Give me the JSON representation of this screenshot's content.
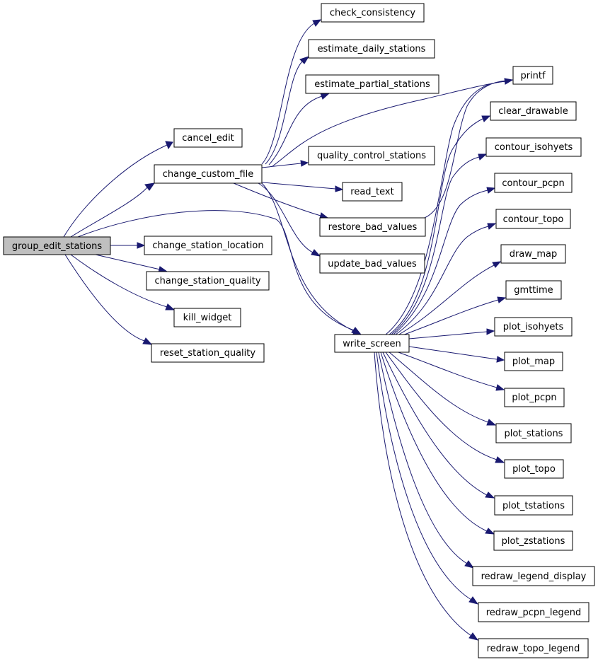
{
  "nodes": {
    "group_edit_stations": "group_edit_stations",
    "cancel_edit": "cancel_edit",
    "change_custom_file": "change_custom_file",
    "change_station_location": "change_station_location",
    "change_station_quality": "change_station_quality",
    "kill_widget": "kill_widget",
    "reset_station_quality": "reset_station_quality",
    "write_screen": "write_screen",
    "check_consistency": "check_consistency",
    "estimate_daily_stations": "estimate_daily_stations",
    "estimate_partial_stations": "estimate_partial_stations",
    "printf": "printf",
    "quality_control_stations": "quality_control_stations",
    "read_text": "read_text",
    "restore_bad_values": "restore_bad_values",
    "update_bad_values": "update_bad_values",
    "clear_drawable": "clear_drawable",
    "contour_isohyets": "contour_isohyets",
    "contour_pcpn": "contour_pcpn",
    "contour_topo": "contour_topo",
    "draw_map": "draw_map",
    "gmttime": "gmttime",
    "plot_isohyets": "plot_isohyets",
    "plot_map": "plot_map",
    "plot_pcpn": "plot_pcpn",
    "plot_stations": "plot_stations",
    "plot_topo": "plot_topo",
    "plot_tstations": "plot_tstations",
    "plot_zstations": "plot_zstations",
    "redraw_legend_display": "redraw_legend_display",
    "redraw_pcpn_legend": "redraw_pcpn_legend",
    "redraw_topo_legend": "redraw_topo_legend"
  },
  "edges": [
    [
      "group_edit_stations",
      "cancel_edit"
    ],
    [
      "group_edit_stations",
      "change_custom_file"
    ],
    [
      "group_edit_stations",
      "change_station_location"
    ],
    [
      "group_edit_stations",
      "change_station_quality"
    ],
    [
      "group_edit_stations",
      "kill_widget"
    ],
    [
      "group_edit_stations",
      "reset_station_quality"
    ],
    [
      "group_edit_stations",
      "write_screen"
    ],
    [
      "change_custom_file",
      "check_consistency"
    ],
    [
      "change_custom_file",
      "estimate_daily_stations"
    ],
    [
      "change_custom_file",
      "estimate_partial_stations"
    ],
    [
      "change_custom_file",
      "printf"
    ],
    [
      "change_custom_file",
      "quality_control_stations"
    ],
    [
      "change_custom_file",
      "read_text"
    ],
    [
      "change_custom_file",
      "restore_bad_values"
    ],
    [
      "change_custom_file",
      "update_bad_values"
    ],
    [
      "change_custom_file",
      "write_screen"
    ],
    [
      "restore_bad_values",
      "printf"
    ],
    [
      "write_screen",
      "printf"
    ],
    [
      "write_screen",
      "clear_drawable"
    ],
    [
      "write_screen",
      "contour_isohyets"
    ],
    [
      "write_screen",
      "contour_pcpn"
    ],
    [
      "write_screen",
      "contour_topo"
    ],
    [
      "write_screen",
      "draw_map"
    ],
    [
      "write_screen",
      "gmttime"
    ],
    [
      "write_screen",
      "plot_isohyets"
    ],
    [
      "write_screen",
      "plot_map"
    ],
    [
      "write_screen",
      "plot_pcpn"
    ],
    [
      "write_screen",
      "plot_stations"
    ],
    [
      "write_screen",
      "plot_topo"
    ],
    [
      "write_screen",
      "plot_tstations"
    ],
    [
      "write_screen",
      "plot_zstations"
    ],
    [
      "write_screen",
      "redraw_legend_display"
    ],
    [
      "write_screen",
      "redraw_pcpn_legend"
    ],
    [
      "write_screen",
      "redraw_topo_legend"
    ]
  ],
  "colors": {
    "edge": "#191970",
    "root_fill": "#bfbfbf",
    "node_fill": "#ffffff",
    "node_border": "#000000"
  }
}
